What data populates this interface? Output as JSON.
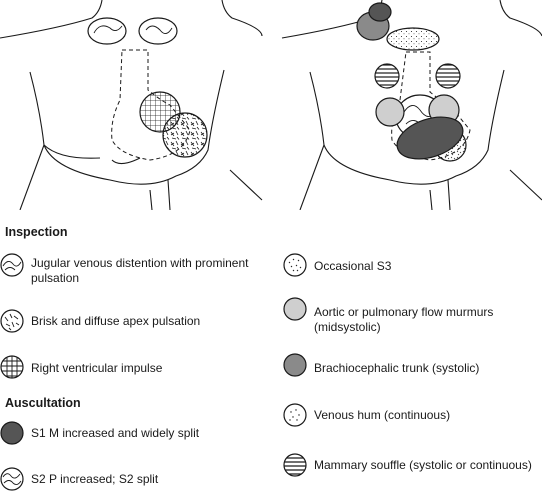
{
  "headings": {
    "inspection": "Inspection",
    "auscultation": "Auscultation"
  },
  "legend_left": [
    {
      "icon": "swirl-pattern-icon",
      "line1": "Jugular venous distention with prominent",
      "line2": "pulsation"
    },
    {
      "icon": "hatch-pattern-icon",
      "line1": "Brisk and diffuse apex pulsation",
      "line2": ""
    },
    {
      "icon": "grid-pattern-icon",
      "line1": "Right ventricular impulse",
      "line2": ""
    },
    {
      "icon": "dark-filled-circle-icon",
      "line1": "S1 M increased and widely split",
      "line2": ""
    },
    {
      "icon": "wave-pattern-icon",
      "line1": "S2 P increased; S2 split",
      "line2": ""
    }
  ],
  "legend_right": [
    {
      "icon": "speckled-circle-icon",
      "line1": "Occasional S3",
      "line2": ""
    },
    {
      "icon": "light-gray-circle-icon",
      "line1": "Aortic or pulmonary flow murmurs",
      "line2": "(midsystolic)"
    },
    {
      "icon": "medium-gray-circle-icon",
      "line1": "Brachiocephalic trunk (systolic)",
      "line2": ""
    },
    {
      "icon": "dotted-circle-icon",
      "line1": "Venous hum (continuous)",
      "line2": ""
    },
    {
      "icon": "horizontal-stripe-circle-icon",
      "line1": "Mammary souffle (systolic or continuous)",
      "line2": ""
    }
  ],
  "colors": {
    "outline": "#1a1a1a",
    "dark_fill": "#555555",
    "medium_fill": "#8a8a8a",
    "light_fill": "#cfcfcf"
  }
}
